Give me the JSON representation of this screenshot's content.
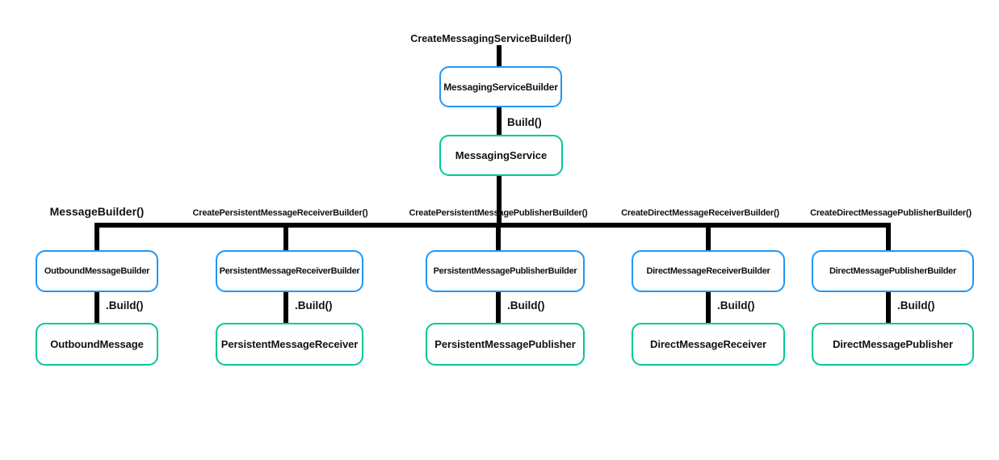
{
  "diagram": {
    "root": {
      "create_label": "CreateMessagingServiceBuilder()",
      "builder_box": "MessagingServiceBuilder",
      "build_label": "Build()",
      "service_box": "MessagingService"
    },
    "branches": [
      {
        "create_label": "MessageBuilder()",
        "builder_box": "OutboundMessageBuilder",
        "build_label": ".Build()",
        "result_box": "OutboundMessage"
      },
      {
        "create_label": "CreatePersistentMessageReceiverBuilder()",
        "builder_box": "PersistentMessageReceiverBuilder",
        "build_label": ".Build()",
        "result_box": "PersistentMessageReceiver"
      },
      {
        "create_label": "CreatePersistentMessagePublisherBuilder()",
        "builder_box": "PersistentMessagePublisherBuilder",
        "build_label": ".Build()",
        "result_box": "PersistentMessagePublisher"
      },
      {
        "create_label": "CreateDirectMessageReceiverBuilder()",
        "builder_box": "DirectMessageReceiverBuilder",
        "build_label": ".Build()",
        "result_box": "DirectMessageReceiver"
      },
      {
        "create_label": "CreateDirectMessagePublisherBuilder()",
        "builder_box": "DirectMessagePublisherBuilder",
        "build_label": ".Build()",
        "result_box": "DirectMessagePublisher"
      }
    ],
    "colors": {
      "builder_border": "#2196F3",
      "result_border": "#00C896",
      "connector": "#000000",
      "label_text": "#111111",
      "background": "#FFFFFF"
    }
  }
}
